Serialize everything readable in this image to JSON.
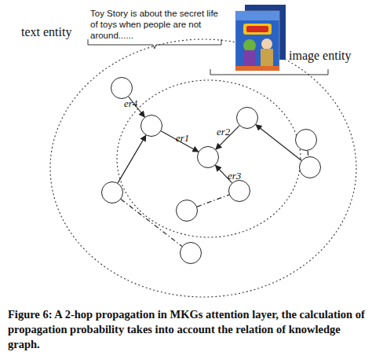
{
  "diagram": {
    "caption": "Figure 6: A 2-hop propagation in MKGs attention layer, the calculation of propagation probability takes into account the relation of knowledge graph.",
    "nodes": [
      {
        "text": []
      },
      {
        "text": []
      },
      {
        "text": []
      },
      {
        "text": []
      },
      {
        "text": []
      },
      {
        "text": []
      },
      {
        "text": []
      },
      {
        "text": []
      },
      {
        "text": []
      },
      {
        "text": []
      }
    ],
    "edges": [
      {
        "from": 0,
        "to": 1,
        "arrow": "to",
        "label": "er4"
      },
      {
        "from": 1,
        "to": 2,
        "arrow": "to",
        "label": "er1"
      },
      {
        "from": 2,
        "to": 3,
        "arrow": "none"
      },
      {
        "from": 3,
        "to": 2,
        "arrow": "to",
        "label": "er2"
      },
      {
        "from": 5,
        "to": 3,
        "arrow": "to"
      },
      {
        "from": 4,
        "to": 5,
        "arrow": "none"
      },
      {
        "from": 6,
        "to": 2,
        "arrow": "to",
        "label": "er3"
      },
      {
        "from": 7,
        "to": 6,
        "arrow": "none"
      },
      {
        "from": 8,
        "to": 1,
        "arrow": "to"
      },
      {
        "from": 8,
        "to": 9,
        "arrow": "none"
      }
    ],
    "labels": [
      "text entity",
      "Toy Story is about the secret life of toys when people are not around......",
      "image entity"
    ]
  }
}
